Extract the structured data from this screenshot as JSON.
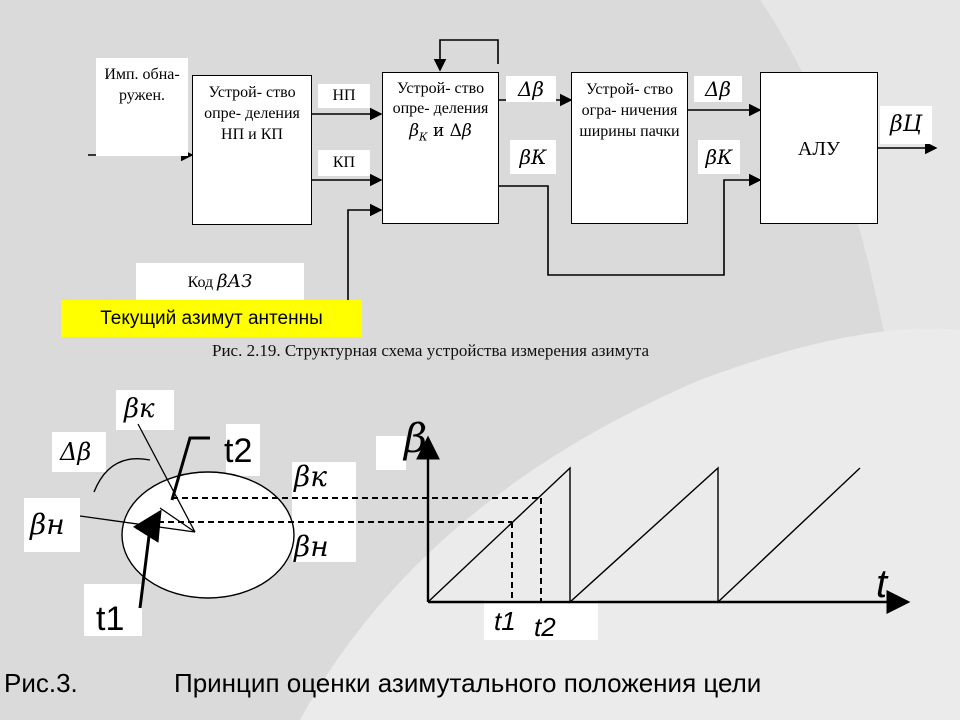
{
  "diagram1": {
    "blocks": {
      "detector": "Имп. обна- ружен.",
      "np_kp_device": "Устрой- ство опре- деления НП и КП",
      "beta_device_line1": "Устрой- ство опре- деления",
      "beta_device_line2_and": "и",
      "limit_device": "Устрой- ство огра- ничения ширины пачки",
      "alu": "АЛУ",
      "code_label": "Код"
    },
    "signals": {
      "np": "НП",
      "kp": "КП",
      "delta_beta": "Δβ",
      "beta_k": "βК",
      "beta_c": "βЦ",
      "beta_az": "βАЗ"
    },
    "highlight_label": "Текущий азимут антенны",
    "caption": "Рис. 2.19. Структурная схема устройства измерения азимута"
  },
  "diagram2": {
    "labels": {
      "beta_k_top": "βк",
      "delta_beta": "Δβ",
      "beta_n_left": "βн",
      "t2_big": "t2",
      "t1_big": "t1",
      "beta_k_mid": "βк",
      "beta_n_mid": "βн",
      "beta_axis": "β",
      "t_axis": "t",
      "t1_axis": "t1",
      "t2_axis": "t2"
    },
    "caption_num": "Рис.3.",
    "caption_text": "Принцип оценки азимутального положения цели"
  }
}
